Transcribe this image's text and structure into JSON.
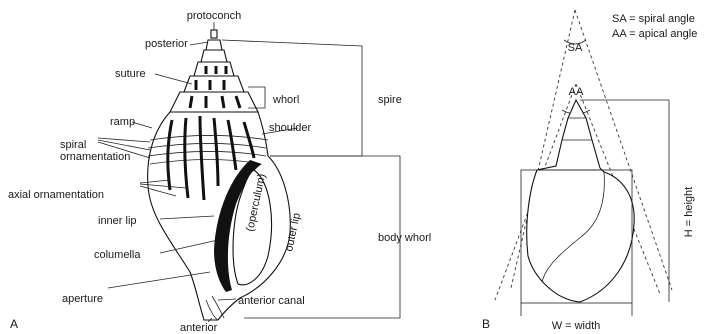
{
  "panel_a": {
    "letter": "A",
    "labels": {
      "protoconch": "protoconch",
      "posterior": "posterior",
      "suture": "suture",
      "whorl": "whorl",
      "spire": "spire",
      "ramp": "ramp",
      "shoulder": "shoulder",
      "spiral": "spiral",
      "ornamentation": "ornamentation",
      "axial_ornamentation": "axial ornamentation",
      "inner_lip": "inner lip",
      "operculum": "(operculum)",
      "outer_lip": "outer lip",
      "columella": "columella",
      "body_whorl": "body whorl",
      "aperture": "aperture",
      "anterior_canal": "anterior canal",
      "anterior": "anterior"
    }
  },
  "panel_b": {
    "letter": "B",
    "legend": {
      "sa": "SA = spiral angle",
      "aa": "AA = apical angle"
    },
    "angle_sa": "SA",
    "angle_aa": "AA",
    "height": "H = height",
    "width": "W = width"
  }
}
